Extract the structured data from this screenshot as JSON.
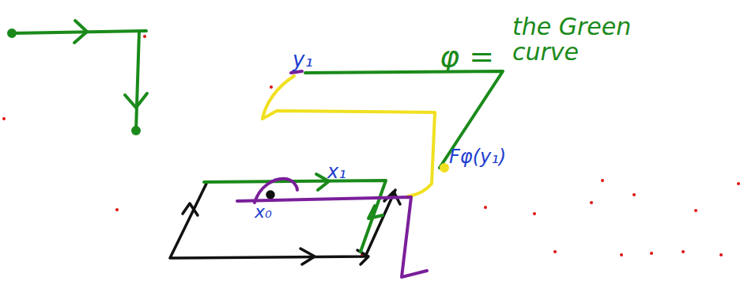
{
  "diagram": {
    "labels": [
      "y₁",
      "φ =",
      "the Green curve",
      "Fφ(y₁)",
      "x₁",
      "x₀"
    ]
  }
}
